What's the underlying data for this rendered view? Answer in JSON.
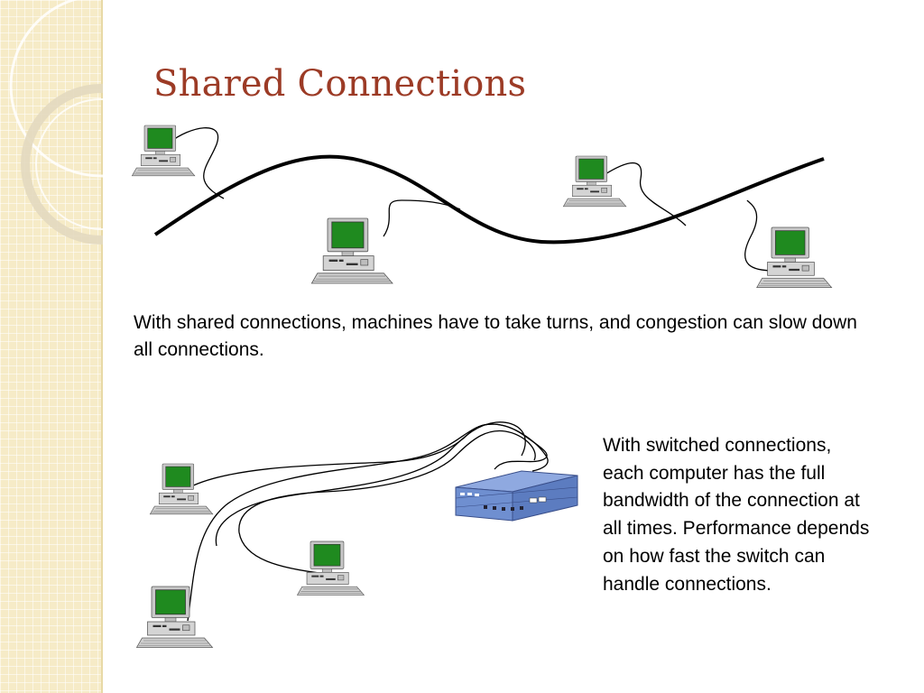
{
  "slide": {
    "title": "Shared Connections",
    "shared_caption": "With shared connections, machines have to take turns, and congestion can slow down all connections.",
    "switched_caption": "With switched connections, each computer has the full bandwidth of the connection at all times. Performance depends on how fast the switch can handle connections."
  },
  "colors": {
    "title": "#9c3b26",
    "screen": "#1f8a1f",
    "switch": "#6f8fd0",
    "sidebar": "#f6ebc7"
  },
  "icons": [
    "computer-icon",
    "network-switch-icon",
    "cable-line"
  ]
}
